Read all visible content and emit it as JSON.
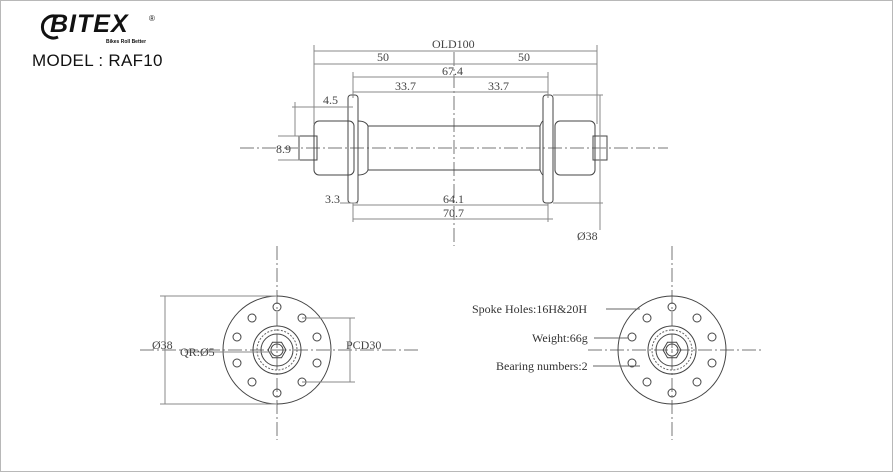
{
  "brand": {
    "name": "BITEX",
    "registered": "®",
    "tagline": "Bikes Roll Better"
  },
  "model": "MODEL : RAF10",
  "side_view": {
    "old": "OLD100",
    "half_left": "50",
    "half_right": "50",
    "flange_spacing": "67.4",
    "flange_left": "33.7",
    "flange_right": "33.7",
    "endcap": "4.5",
    "axle": "8.9",
    "offset": "3.3",
    "body_length": "64.1",
    "overall": "70.7",
    "diameter": "Ø38"
  },
  "front_view_left": {
    "diameter": "Ø38",
    "qr": "QR:Ø5",
    "pcd": "PCD30"
  },
  "front_view_right": {
    "spoke_holes": "Spoke Holes:16H&20H",
    "weight": "Weight:66g",
    "bearings": "Bearing numbers:2"
  }
}
